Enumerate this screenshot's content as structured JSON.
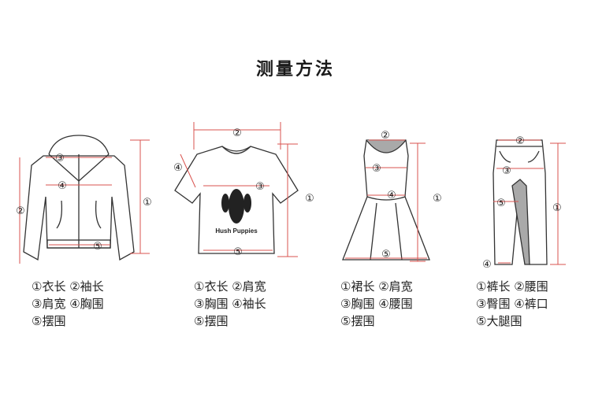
{
  "title": "测量方法",
  "brand_text": "Hush Puppies",
  "colors": {
    "measure": "#d9534f",
    "outline": "#333333",
    "grey": "#a9a9a9"
  },
  "num_labels": {
    "n1": "①",
    "n2": "②",
    "n3": "③",
    "n4": "④",
    "n5": "⑤"
  },
  "items": [
    {
      "name": "jacket",
      "lines": [
        "①衣长 ②袖长",
        "③肩宽 ④胸围",
        "⑤摆围"
      ]
    },
    {
      "name": "tshirt",
      "lines": [
        "①衣长 ②肩宽",
        "③胸围 ④袖长",
        "⑤摆围"
      ]
    },
    {
      "name": "dress",
      "lines": [
        "①裙长 ②肩宽",
        "③胸围 ④腰围",
        "⑤摆围"
      ]
    },
    {
      "name": "pants",
      "lines": [
        "①裤长 ②腰围",
        "③臀围 ④裤口",
        "⑤大腿围"
      ]
    }
  ]
}
